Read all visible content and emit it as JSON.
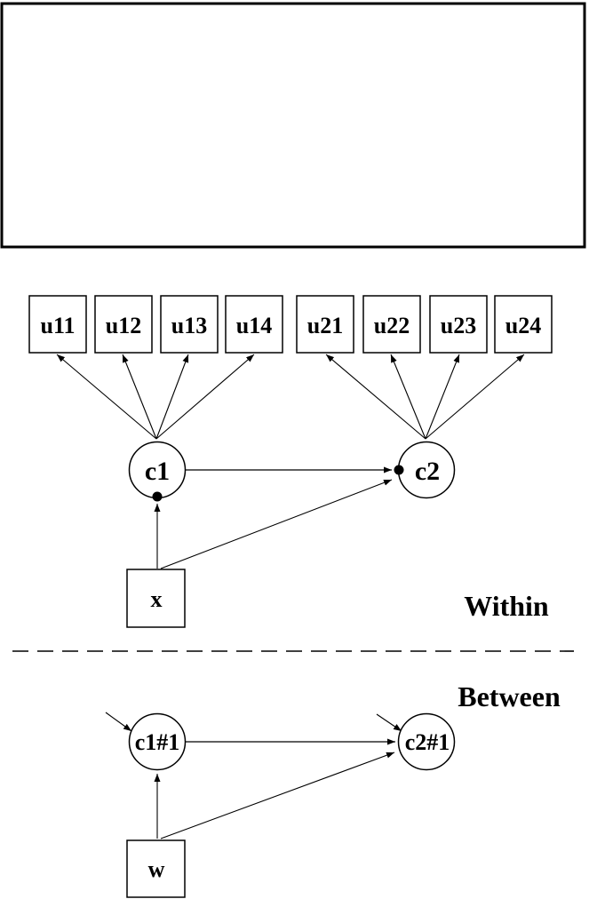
{
  "figure": {
    "type": "path-diagram",
    "background_color": "#ffffff",
    "line_color": "#000000"
  },
  "sections": {
    "within_label": "Within",
    "between_label": "Between"
  },
  "nodes": {
    "u11": "u11",
    "u12": "u12",
    "u13": "u13",
    "u14": "u14",
    "u21": "u21",
    "u22": "u22",
    "u23": "u23",
    "u24": "u24",
    "c1": "c1",
    "c2": "c2",
    "x": "x",
    "w": "w",
    "c1_1": "c1#1",
    "c2_1": "c2#1"
  },
  "model": {
    "within": {
      "latent_class_vars": [
        "c1",
        "c2"
      ],
      "c1_indicators": [
        "u11",
        "u12",
        "u13",
        "u14"
      ],
      "c2_indicators": [
        "u21",
        "u22",
        "u23",
        "u24"
      ],
      "covariate": "x",
      "edges": [
        {
          "from": "c1",
          "to": "u11",
          "type": "arrow"
        },
        {
          "from": "c1",
          "to": "u12",
          "type": "arrow"
        },
        {
          "from": "c1",
          "to": "u13",
          "type": "arrow"
        },
        {
          "from": "c1",
          "to": "u14",
          "type": "arrow"
        },
        {
          "from": "c2",
          "to": "u21",
          "type": "arrow"
        },
        {
          "from": "c2",
          "to": "u22",
          "type": "arrow"
        },
        {
          "from": "c2",
          "to": "u23",
          "type": "arrow"
        },
        {
          "from": "c2",
          "to": "u24",
          "type": "arrow"
        },
        {
          "from": "c1",
          "to": "c2",
          "type": "arrow",
          "target_marker": "filled-dot"
        },
        {
          "from": "x",
          "to": "c1",
          "type": "arrow",
          "target_marker": "filled-dot"
        },
        {
          "from": "x",
          "to": "c2",
          "type": "arrow"
        }
      ]
    },
    "between": {
      "random_intercepts": [
        "c1#1",
        "c2#1"
      ],
      "covariate": "w",
      "edges": [
        {
          "from": "c1#1",
          "to": "c2#1",
          "type": "arrow"
        },
        {
          "from": "w",
          "to": "c1#1",
          "type": "arrow"
        },
        {
          "from": "w",
          "to": "c2#1",
          "type": "arrow"
        },
        {
          "to": "c1#1",
          "type": "residual-arrow"
        },
        {
          "to": "c2#1",
          "type": "residual-arrow"
        }
      ]
    }
  }
}
